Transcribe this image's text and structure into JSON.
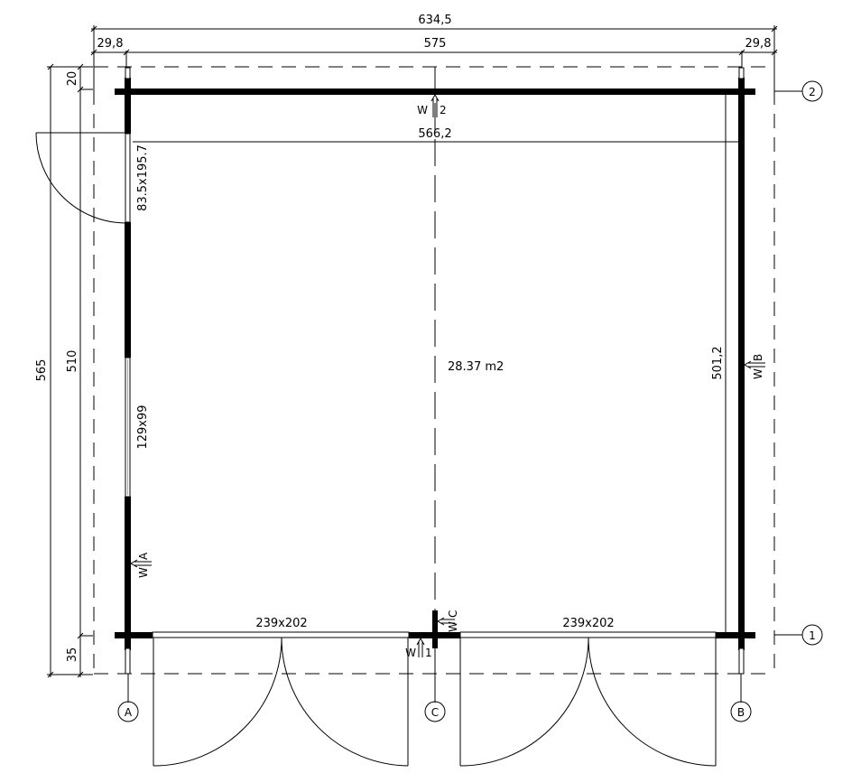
{
  "plan": {
    "area_label": "28.37 m2",
    "dimensions": {
      "overall_width": "634,5",
      "overhang_left": "29,8",
      "overhang_right": "29,8",
      "wall_width": "575",
      "inner_width": "566,2",
      "overall_depth": "565",
      "wall_depth": "510",
      "inner_depth": "501,2",
      "overhang_back": "20",
      "overhang_front": "35"
    },
    "openings": {
      "side_door": "83.5x195.7",
      "side_window": "129x99",
      "front_door_left": "239x202",
      "front_door_right": "239x202"
    },
    "wall_tags": {
      "wall_a": "A",
      "wall_b": "B",
      "wall_c": "C",
      "wall_1": "1",
      "wall_2": "2",
      "w_prefix": "W"
    },
    "grid_markers": {
      "axis_a": "A",
      "axis_b": "B",
      "axis_c": "C",
      "axis_1": "1",
      "axis_2": "2"
    }
  }
}
